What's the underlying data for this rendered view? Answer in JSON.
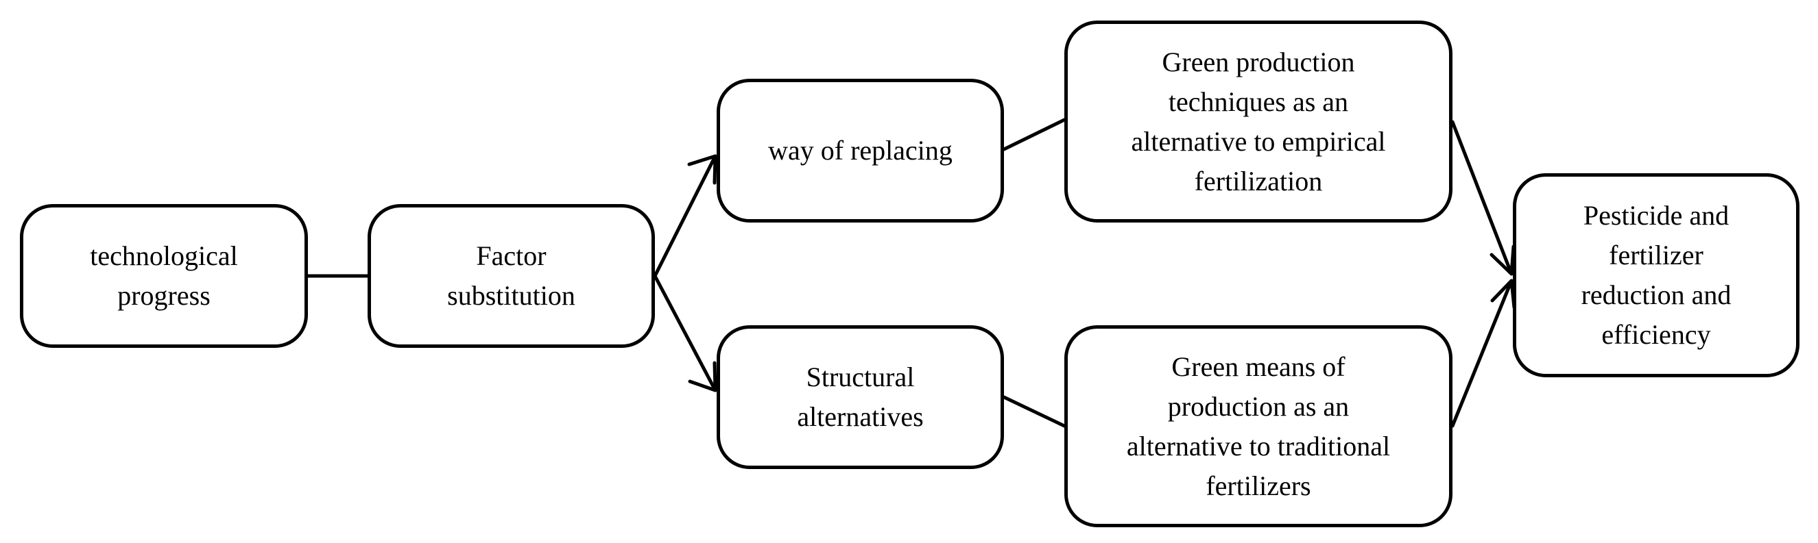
{
  "diagram": {
    "nodes": {
      "technological_progress": "technological\nprogress",
      "factor_substitution": "Factor\nsubstitution",
      "way_of_replacing": "way of replacing",
      "structural_alternatives": "Structural\nalternatives",
      "green_production_techniques": "Green production\ntechniques as an\nalternative to empirical\nfertilization",
      "green_means_of_production": "Green means of\nproduction as an\nalternative to traditional\nfertilizers",
      "pesticide_fertilizer_reduction": "Pesticide and\nfertilizer\nreduction and\nefficiency"
    },
    "edges": [
      {
        "from": "technological_progress",
        "to": "factor_substitution",
        "arrow": false
      },
      {
        "from": "factor_substitution",
        "to": "way_of_replacing",
        "arrow": true
      },
      {
        "from": "factor_substitution",
        "to": "structural_alternatives",
        "arrow": true
      },
      {
        "from": "way_of_replacing",
        "to": "green_production_techniques",
        "arrow": false
      },
      {
        "from": "structural_alternatives",
        "to": "green_means_of_production",
        "arrow": false
      },
      {
        "from": "green_production_techniques",
        "to": "pesticide_fertilizer_reduction",
        "arrow": true
      },
      {
        "from": "green_means_of_production",
        "to": "pesticide_fertilizer_reduction",
        "arrow": true
      }
    ],
    "colors": {
      "stroke": "#000000",
      "fill": "#ffffff",
      "text": "#000000"
    }
  }
}
